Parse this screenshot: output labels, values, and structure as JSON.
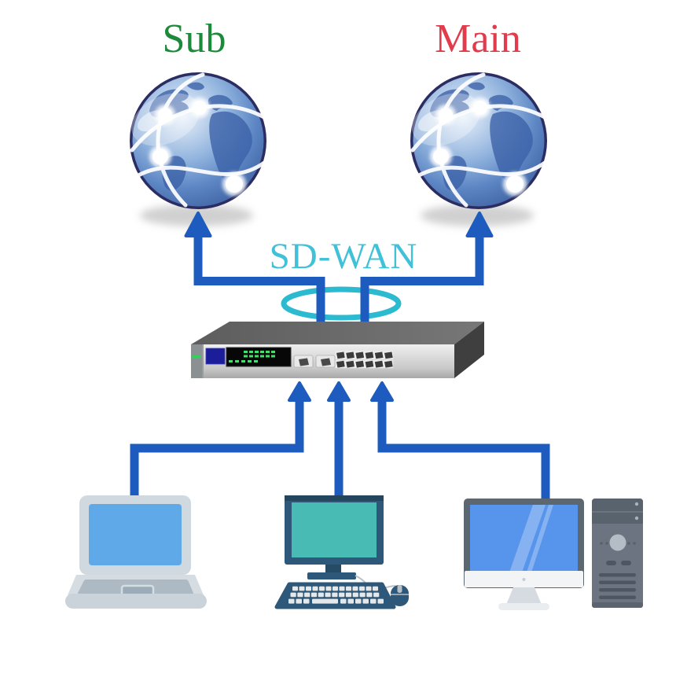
{
  "title": "SD-WAN network diagram",
  "labels": {
    "sub_site": {
      "text": "Sub",
      "color": "#1b8a3a"
    },
    "main_site": {
      "text": "Main",
      "color": "#e23c4c"
    },
    "sdwan": {
      "text": "SD-WAN",
      "color": "#41c1d8"
    }
  },
  "colors": {
    "link_blue": "#1d5cbe",
    "loop_cyan": "#2bbacf",
    "globe_rim": "#2b2d62",
    "globe_sea": "#5d86c4",
    "globe_land": "#3b61a8",
    "switch_top": "#6b6b6b",
    "switch_face": "#d8d8d8",
    "led_green": "#3fdf63",
    "laptop_screen": "#60a9e9",
    "desktop_screen": "#48bcb4",
    "workstation_screen": "#5795ec",
    "device_slate": "#2e587a",
    "tower_gray": "#6b7480"
  },
  "nodes": [
    {
      "id": "internet-sub",
      "label": "Sub",
      "icon": "globe-icon"
    },
    {
      "id": "internet-main",
      "label": "Main",
      "icon": "globe-icon"
    },
    {
      "id": "sdwan-loop",
      "label": "SD-WAN",
      "icon": "loop-ellipse"
    },
    {
      "id": "network-switch",
      "icon": "switch-icon"
    },
    {
      "id": "laptop",
      "icon": "laptop-icon"
    },
    {
      "id": "desktop-pc",
      "icon": "desktop-icon"
    },
    {
      "id": "tower-workstation",
      "icon": "workstation-icon"
    }
  ],
  "edges": [
    {
      "from": "network-switch",
      "to": "internet-sub"
    },
    {
      "from": "network-switch",
      "to": "internet-main"
    },
    {
      "from": "laptop",
      "to": "network-switch"
    },
    {
      "from": "desktop-pc",
      "to": "network-switch"
    },
    {
      "from": "tower-workstation",
      "to": "network-switch"
    }
  ]
}
